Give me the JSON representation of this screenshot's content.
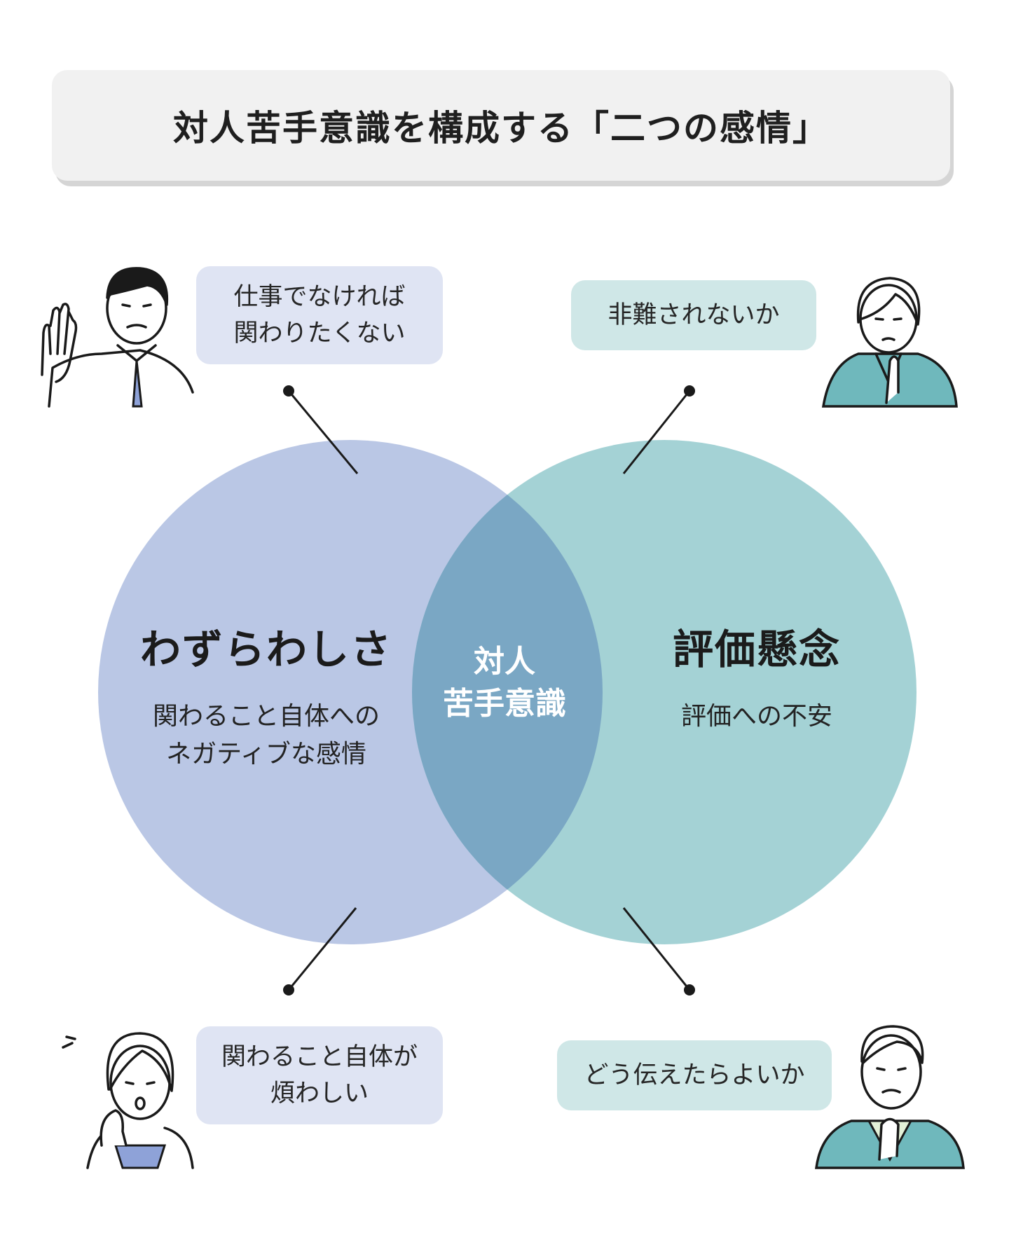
{
  "title": "対人苦手意識を構成する「二つの感情」",
  "colors": {
    "left_circle": "#b6c4e4",
    "right_circle": "#9fd0d3",
    "overlap": "#7aa7c4",
    "bubble_blue": "#dfe4f3",
    "bubble_teal": "#cfe7e7",
    "person_teal": "#6fb8bc",
    "person_blue": "#8ea2d8"
  },
  "venn": {
    "left": {
      "title": "わずらわしさ",
      "subtitle_lines": [
        "関わること自体への",
        "ネガティブな感情"
      ]
    },
    "right": {
      "title": "評価懸念",
      "subtitle_lines": [
        "評価への不安"
      ]
    },
    "center_lines": [
      "対人",
      "苦手意識"
    ]
  },
  "bubbles": {
    "top_left": [
      "仕事でなければ",
      "関わりたくない"
    ],
    "top_right": [
      "非難されないか"
    ],
    "bottom_left": [
      "関わること自体が",
      "煩わしい"
    ],
    "bottom_right": [
      "どう伝えたらよいか"
    ]
  },
  "icons": {
    "top_left": "man-refusing-hand-icon",
    "top_right": "woman-thinking-icon",
    "bottom_left": "woman-troubled-icon",
    "bottom_right": "man-worried-icon"
  }
}
